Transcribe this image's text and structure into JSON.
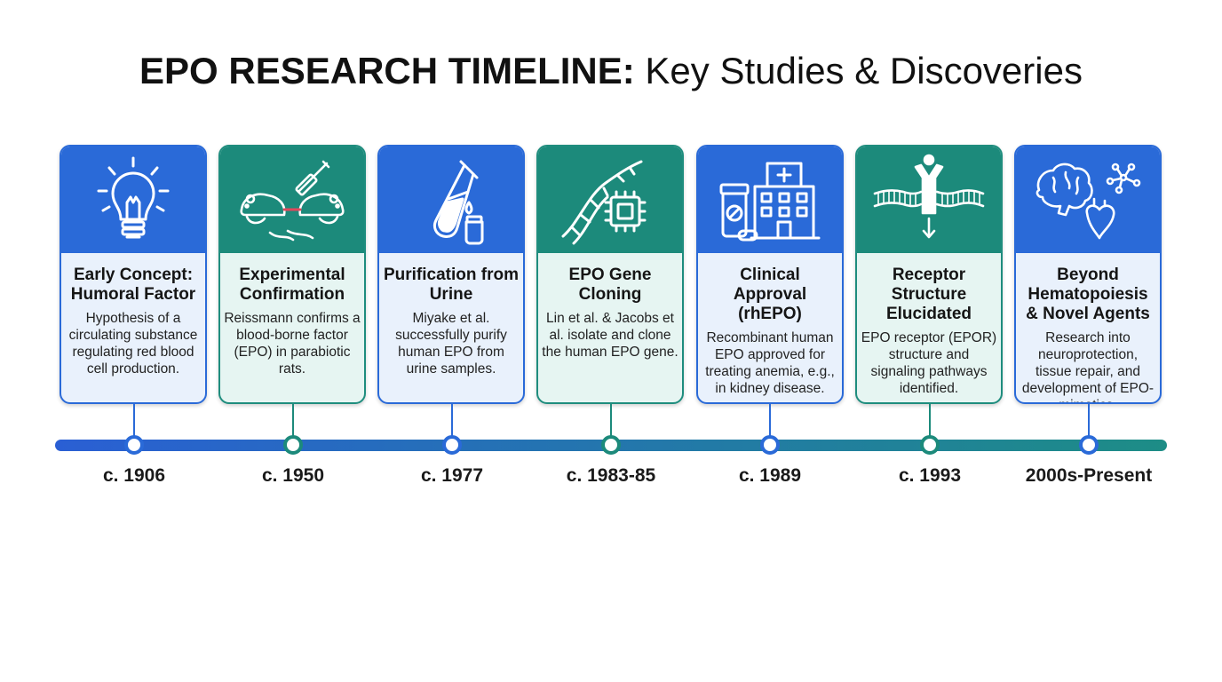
{
  "title": {
    "bold": "EPO RESEARCH TIMELINE:",
    "rest": " Key Studies & Discoveries"
  },
  "colors": {
    "blue": "#2a6ad8",
    "teal": "#1c8a7b",
    "card_blue_bg": "#e9f1fc",
    "card_teal_bg": "#e6f5f2"
  },
  "milestones": [
    {
      "theme": "blue",
      "icon": "lightbulb-icon",
      "title": "Early Concept: Humoral Factor",
      "description": "Hypothesis of a circulating substance regulating red blood cell production.",
      "date": "c. 1906"
    },
    {
      "theme": "teal",
      "icon": "parabiotic-rats-syringe-icon",
      "title": "Experimental Confirmation",
      "description": "Reissmann confirms a blood-borne factor (EPO) in parabiotic rats.",
      "date": "c. 1950"
    },
    {
      "theme": "blue",
      "icon": "test-tube-vial-icon",
      "title": "Purification from Urine",
      "description": "Miyake et al. successfully purify human EPO from urine samples.",
      "date": "c. 1977"
    },
    {
      "theme": "teal",
      "icon": "dna-chip-icon",
      "title": "EPO Gene Cloning",
      "description": "Lin et al. & Jacobs et al. isolate and clone the human EPO gene.",
      "date": "c. 1983-85"
    },
    {
      "theme": "blue",
      "icon": "medicine-hospital-icon",
      "title": "Clinical Approval (rhEPO)",
      "description": "Recombinant human EPO approved for treating anemia, e.g., in kidney disease.",
      "date": "c. 1989"
    },
    {
      "theme": "teal",
      "icon": "receptor-membrane-icon",
      "title": "Receptor Structure Elucidated",
      "description": "EPO receptor (EPOR) structure and signaling pathways identified.",
      "date": "c. 1993"
    },
    {
      "theme": "blue",
      "icon": "brain-heart-molecule-icon",
      "title": "Beyond Hematopoiesis & Novel Agents",
      "description": "Research into neuroprotection, tissue repair, and development of EPO-mimetics.",
      "date": "2000s-Present"
    }
  ]
}
